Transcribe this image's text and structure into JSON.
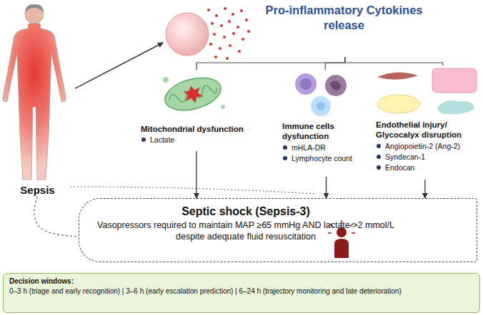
{
  "diagram": {
    "nodes": [
      {
        "text": [
          "Sepsis"
        ]
      },
      {
        "text": [
          "Pro-inflammatory Cytokines release"
        ]
      },
      {
        "text": [
          "Mitochondrial dysfunction",
          "Lactate"
        ]
      },
      {
        "text": [
          "Immune cells dysfunction",
          "mHLA-DR",
          "Lymphocyte count"
        ]
      },
      {
        "text": [
          "Endothelial injury/ Glycocalyx disruption",
          "Angiopoietin-2 (Ang-2)",
          "Syndecan-1",
          "Endocan"
        ]
      },
      {
        "text": [
          "Septic shock (Sepsis-3)",
          "Vasopressors required to maintain MAP ≥65 mmHg AND lactate >2 mmol/L despite adequate fluid resuscitation"
        ]
      },
      {
        "text": [
          "Decision windows:",
          "0–3 h (triage and early recognition) | 3–6 h (early escalation prediction) | 6–24 h (trajectory monitoring and late deterioration)"
        ]
      }
    ],
    "edges": [
      {
        "from": 0,
        "to": 1,
        "arrow": "to"
      },
      {
        "from": 1,
        "to": 2,
        "arrow": "none"
      },
      {
        "from": 1,
        "to": 3,
        "arrow": "none"
      },
      {
        "from": 1,
        "to": 4,
        "arrow": "none"
      },
      {
        "from": 2,
        "to": 5,
        "arrow": "to"
      },
      {
        "from": 3,
        "to": 5,
        "arrow": "to"
      },
      {
        "from": 4,
        "to": 5,
        "arrow": "to"
      },
      {
        "from": 0,
        "to": 5,
        "arrow": "none"
      }
    ]
  }
}
